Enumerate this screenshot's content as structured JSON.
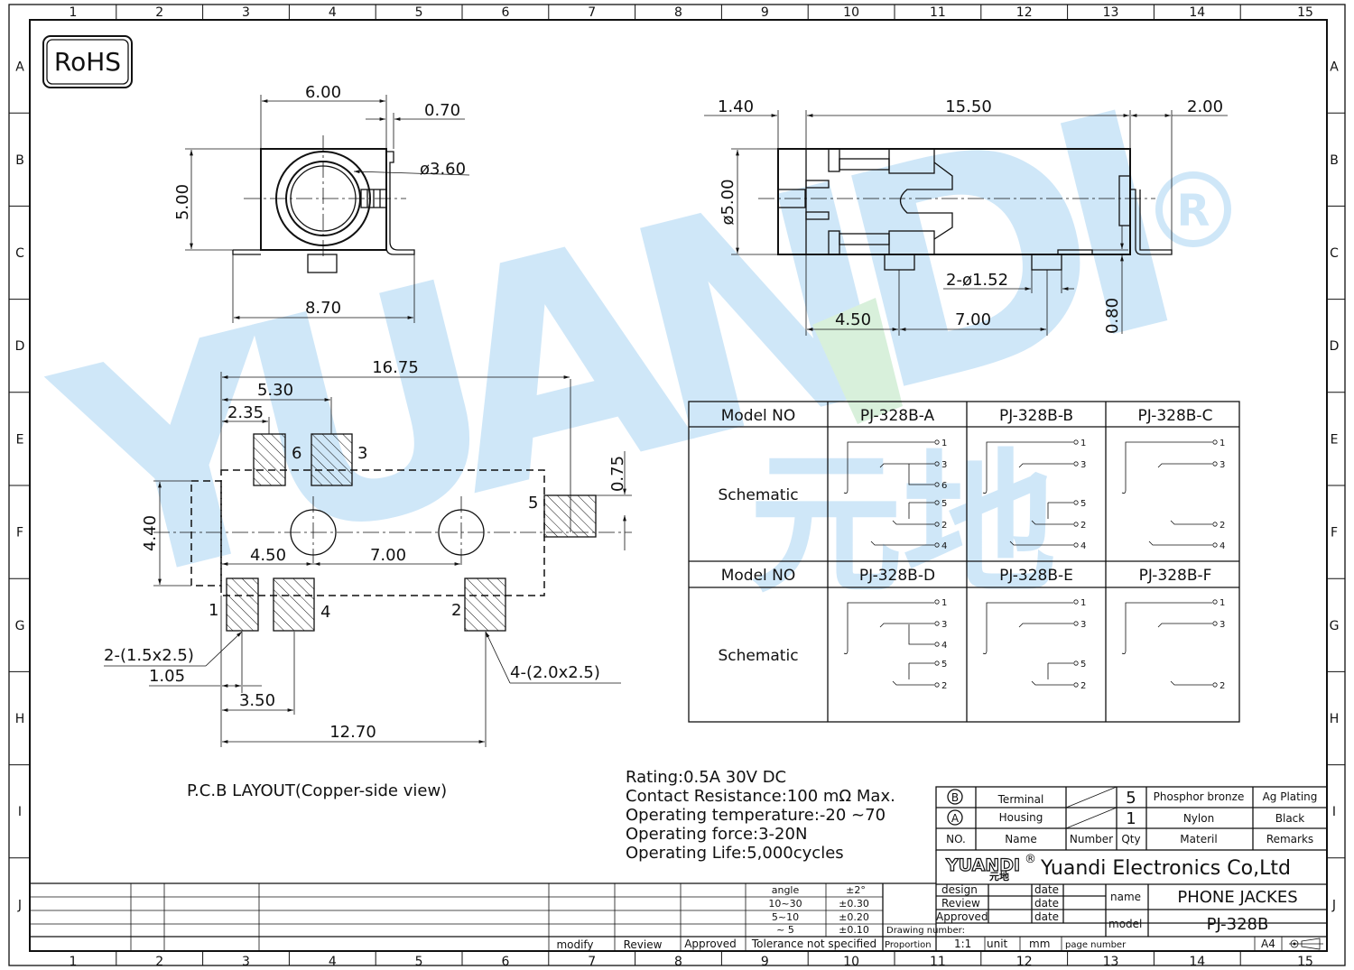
{
  "grid": {
    "cols": [
      "1",
      "2",
      "3",
      "4",
      "5",
      "6",
      "7",
      "8",
      "9",
      "10",
      "11",
      "12",
      "13",
      "14",
      "15"
    ],
    "rows": [
      "A",
      "B",
      "C",
      "D",
      "E",
      "F",
      "G",
      "H",
      "I",
      "J"
    ]
  },
  "rohs": "RoHS",
  "watermark": {
    "text": "YUANDI",
    "registered": "®",
    "cn": "元地"
  },
  "front_view": {
    "w": "6.00",
    "h": "5.00",
    "t": "0.70",
    "dia": "ø3.60",
    "base": "8.70"
  },
  "side_view": {
    "d1": "1.40",
    "d2": "15.50",
    "d3": "2.00",
    "dia": "ø5.00",
    "pins": "2-ø1.52",
    "d4": "4.50",
    "d5": "7.00",
    "d6": "0.80"
  },
  "pcb": {
    "d_total": "16.75",
    "d_530": "5.30",
    "d_235": "2.35",
    "d_075": "0.75",
    "d_440": "4.40",
    "d_450": "4.50",
    "d_700": "7.00",
    "pad_a": "2-(1.5x2.5)",
    "pad_b": "4-(2.0x2.5)",
    "d_105": "1.05",
    "d_350": "3.50",
    "d_1270": "12.70",
    "pins": [
      "6",
      "3",
      "5",
      "1",
      "4",
      "2"
    ],
    "caption": "P.C.B LAYOUT(Copper-side view)"
  },
  "specs": [
    "Rating:0.5A 30V DC",
    "Contact Resistance:100 mΩ Max.",
    "Operating temperature:-20 ~70",
    "Operating force:3-20N",
    "Operating Life:5,000cycles"
  ],
  "schematic_table": {
    "header_label": "Model NO",
    "row_label": "Schematic",
    "models_top": [
      "PJ-328B-A",
      "PJ-328B-B",
      "PJ-328B-C"
    ],
    "models_bottom": [
      "PJ-328B-D",
      "PJ-328B-E",
      "PJ-328B-F"
    ]
  },
  "bom": {
    "rows": [
      {
        "no": "B",
        "name": "Terminal",
        "qty": "5",
        "material": "Phosphor bronze",
        "remarks": "Ag Plating"
      },
      {
        "no": "A",
        "name": "Housing",
        "qty": "1",
        "material": "Nylon",
        "remarks": "Black"
      }
    ],
    "headers": {
      "no": "NO.",
      "name": "Name",
      "number": "Number",
      "qty": "Qty",
      "material": "Materil",
      "remarks": "Remarks"
    }
  },
  "title_block": {
    "logo": "YUANDI",
    "logo_cn": "元地",
    "registered": "®",
    "company": "Yuandi Electronics Co,Ltd",
    "design": "design",
    "review": "Review",
    "approved": "Approved",
    "date": "date",
    "name_label": "name",
    "name_value": "PHONE JACKES",
    "model_label": "model",
    "model_value": "PJ-328B",
    "drawing_number": "Drawing number:",
    "proportion": "Proportion",
    "scale": "1:1",
    "unit": "unit",
    "mm": "mm",
    "page_number": "page number",
    "paper": "A4"
  },
  "tolerance": {
    "rows": [
      [
        "angle",
        "±2°"
      ],
      [
        "10~30",
        "±0.30"
      ],
      [
        "5~10",
        "±0.20"
      ],
      [
        "~ 5",
        "±0.10"
      ]
    ],
    "note": "Tolerance not specified"
  },
  "revision": {
    "modify": "modify",
    "review": "Review",
    "approved": "Approved"
  },
  "colors": {
    "watermark_blue": "#7fc1ee",
    "watermark_green": "#93d59b",
    "line": "#111111"
  }
}
